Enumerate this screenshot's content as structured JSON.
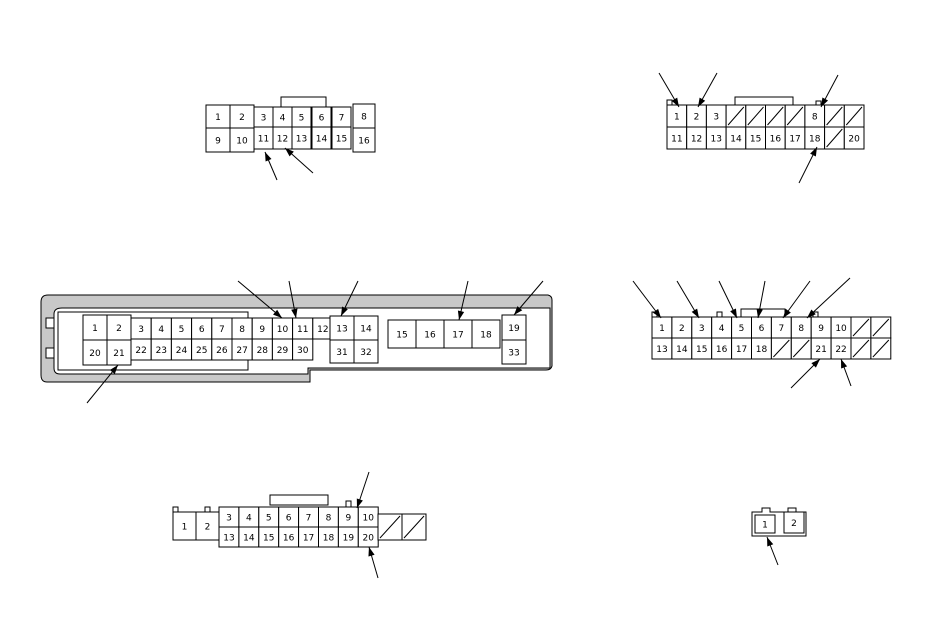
{
  "connectors": [
    {
      "id": "c1",
      "top": [
        "1",
        "2",
        "3",
        "4",
        "5",
        "6",
        "7",
        "8"
      ],
      "bottom": [
        "9",
        "10",
        "11",
        "12",
        "13",
        "14",
        "15",
        "16"
      ]
    },
    {
      "id": "c2",
      "top": [
        "1",
        "2",
        "3",
        "",
        "",
        "",
        "",
        "8",
        "",
        ""
      ],
      "bottom": [
        "11",
        "12",
        "13",
        "14",
        "15",
        "16",
        "17",
        "18",
        "",
        "20"
      ]
    },
    {
      "id": "c3",
      "top": [
        "1",
        "2",
        "3",
        "4",
        "5",
        "6",
        "7",
        "8",
        "9",
        "10",
        "11",
        "12",
        "13",
        "14",
        "15",
        "16",
        "17",
        "18",
        "19"
      ],
      "bottom": [
        "20",
        "21",
        "22",
        "23",
        "24",
        "25",
        "26",
        "27",
        "28",
        "29",
        "30",
        "31",
        "32",
        "33"
      ]
    },
    {
      "id": "c4",
      "top": [
        "1",
        "2",
        "3",
        "4",
        "5",
        "6",
        "7",
        "8",
        "9",
        "10",
        "",
        ""
      ],
      "bottom": [
        "13",
        "14",
        "15",
        "16",
        "17",
        "18",
        "",
        "",
        "21",
        "22",
        "",
        ""
      ]
    },
    {
      "id": "c5",
      "top": [
        "1",
        "2",
        "3",
        "4",
        "5",
        "6",
        "7",
        "8",
        "9",
        "10"
      ],
      "bottom": [
        "13",
        "14",
        "15",
        "16",
        "17",
        "18",
        "19",
        "20"
      ]
    },
    {
      "id": "c6",
      "top": [
        "1",
        "2"
      ]
    }
  ]
}
